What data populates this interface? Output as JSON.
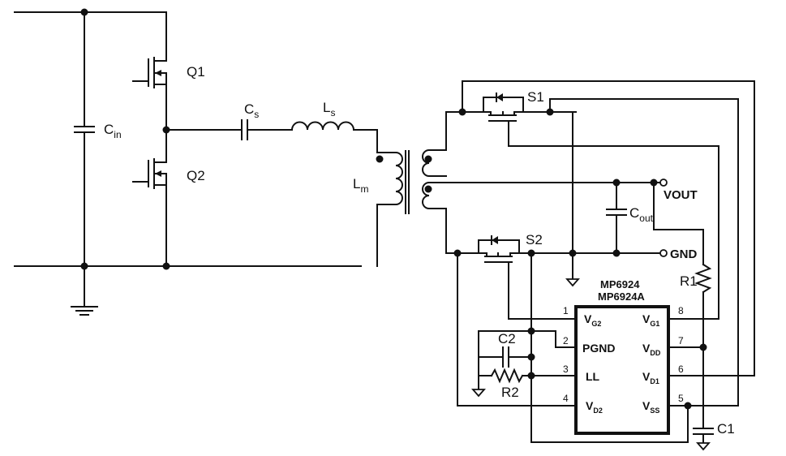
{
  "components": {
    "cin": {
      "main": "C",
      "sub": "in"
    },
    "q1": "Q1",
    "q2": "Q2",
    "cs": {
      "main": "C",
      "sub": "s"
    },
    "ls": {
      "main": "L",
      "sub": "s"
    },
    "lm": {
      "main": "L",
      "sub": "m"
    },
    "s1": "S1",
    "s2": "S2",
    "cout": {
      "main": "C",
      "sub": "out"
    },
    "vout": "VOUT",
    "gnd": "GND",
    "r1": "R1",
    "c1": "C1",
    "c2": "C2",
    "r2": "R2"
  },
  "ic": {
    "name_1": "MP6924",
    "name_2": "MP6924A",
    "pins_left": [
      {
        "num": "1",
        "main": "V",
        "sub": "G2"
      },
      {
        "num": "2",
        "main": "PGND",
        "sub": ""
      },
      {
        "num": "3",
        "main": "LL",
        "sub": ""
      },
      {
        "num": "4",
        "main": "V",
        "sub": "D2"
      }
    ],
    "pins_right": [
      {
        "num": "8",
        "main": "V",
        "sub": "G1"
      },
      {
        "num": "7",
        "main": "V",
        "sub": "DD"
      },
      {
        "num": "6",
        "main": "V",
        "sub": "D1"
      },
      {
        "num": "5",
        "main": "V",
        "sub": "SS"
      }
    ]
  }
}
